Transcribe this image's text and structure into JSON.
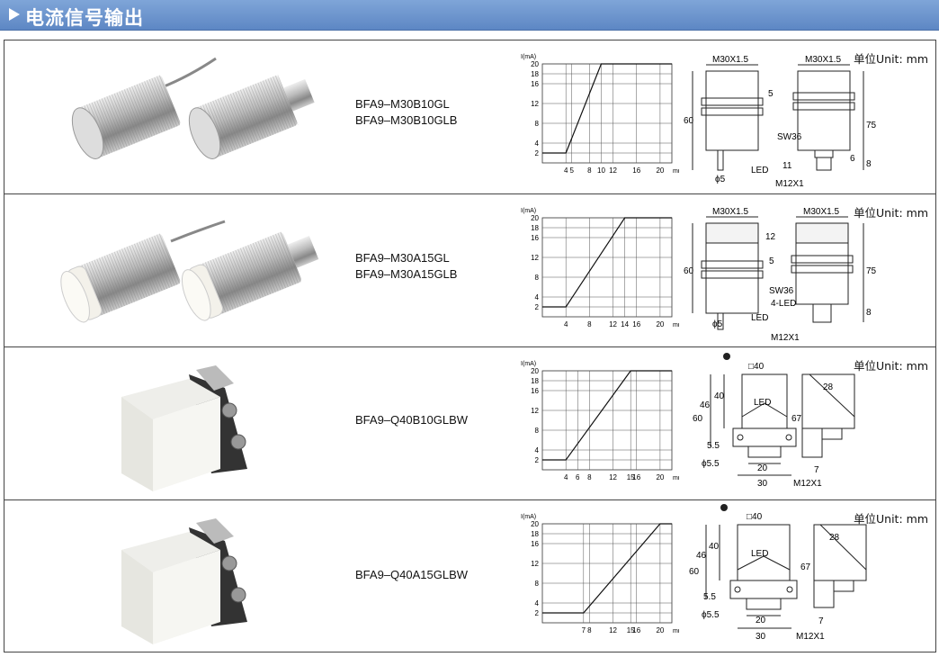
{
  "header": {
    "title": "电流信号输出"
  },
  "unit_label": "单位Unit: mm",
  "rows": [
    {
      "models": [
        "BFA9–M30B10GL",
        "BFA9–M30B10GLB"
      ],
      "dims": {
        "thread_a": "M30X1.5",
        "thread_b": "M30X1.5",
        "d_length": "60",
        "d_nut": "5",
        "d_body": "75",
        "d_a": "11",
        "d_b": "6",
        "d_c": "8",
        "wrench": "SW36",
        "led": "LED",
        "dia": "ϕ5",
        "connector": "M12X1"
      },
      "chart": {
        "ylabel": "I(mA)",
        "yticks": [
          "20",
          "18",
          "16",
          "12",
          "8",
          "4",
          "2"
        ],
        "xticks": [
          "4",
          "5",
          "8",
          "10",
          "12",
          "16",
          "20"
        ],
        "xunit": "mm"
      }
    },
    {
      "models": [
        "BFA9–M30A15GL",
        "BFA9–M30A15GLB"
      ],
      "dims": {
        "thread_a": "M30X1.5",
        "thread_b": "M30X1.5",
        "d_length": "60",
        "d_nut": "12",
        "d_nut2": "5",
        "d_body": "75",
        "d_c": "8",
        "wrench": "SW36",
        "led": "LED",
        "led4": "4-LED",
        "dia": "ϕ5",
        "connector": "M12X1"
      },
      "chart": {
        "ylabel": "I(mA)",
        "yticks": [
          "20",
          "18",
          "16",
          "12",
          "8",
          "4",
          "2"
        ],
        "xticks": [
          "4",
          "8",
          "12",
          "14",
          "16",
          "20"
        ],
        "xunit": "mm"
      }
    },
    {
      "models": [
        "BFA9–Q40B10GLBW"
      ],
      "dims": {
        "sq": "□40",
        "d60": "60",
        "d46": "46",
        "d40": "40",
        "d55": "5.5",
        "dia": "ϕ5.5",
        "d20": "20",
        "d30": "30",
        "d67": "67",
        "d28": "28",
        "d7": "7",
        "led": "LED",
        "connector": "M12X1"
      },
      "chart": {
        "ylabel": "I(mA)",
        "yticks": [
          "20",
          "18",
          "16",
          "12",
          "8",
          "4",
          "2"
        ],
        "xticks": [
          "4",
          "6",
          "8",
          "12",
          "15",
          "16",
          "20"
        ],
        "xunit": "mm"
      }
    },
    {
      "models": [
        "BFA9–Q40A15GLBW"
      ],
      "dims": {
        "sq": "□40",
        "d60": "60",
        "d46": "46",
        "d40": "40",
        "d55": "5.5",
        "dia": "ϕ5.5",
        "d20": "20",
        "d30": "30",
        "d67": "67",
        "d28": "28",
        "d7": "7",
        "led": "LED",
        "connector": "M12X1"
      },
      "chart": {
        "ylabel": "I(mA)",
        "yticks": [
          "20",
          "18",
          "16",
          "12",
          "8",
          "4",
          "2"
        ],
        "xticks": [
          "7",
          "8",
          "12",
          "15",
          "16",
          "20"
        ],
        "xunit": "mm"
      }
    }
  ],
  "chart_data": [
    {
      "type": "line",
      "x": [
        0,
        4,
        10,
        22
      ],
      "y": [
        2,
        2,
        20,
        20
      ],
      "ylim": [
        0,
        20
      ],
      "xlim": [
        0,
        22
      ]
    },
    {
      "type": "line",
      "x": [
        0,
        4,
        14,
        22
      ],
      "y": [
        2,
        2,
        20,
        20
      ],
      "ylim": [
        0,
        20
      ],
      "xlim": [
        0,
        22
      ]
    },
    {
      "type": "line",
      "x": [
        0,
        4,
        15,
        22
      ],
      "y": [
        2,
        2,
        20,
        20
      ],
      "ylim": [
        0,
        20
      ],
      "xlim": [
        0,
        22
      ]
    },
    {
      "type": "line",
      "x": [
        0,
        7,
        20,
        22
      ],
      "y": [
        2,
        2,
        20,
        20
      ],
      "ylim": [
        0,
        20
      ],
      "xlim": [
        0,
        22
      ]
    }
  ]
}
